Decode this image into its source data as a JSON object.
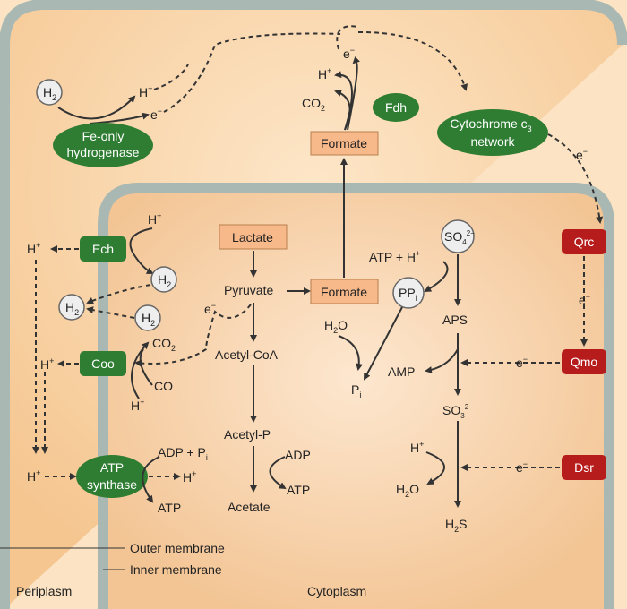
{
  "enzymes": {
    "hydrogenase_line1": "Fe-only",
    "hydrogenase_line2": "hydrogenase",
    "fdh": "Fdh",
    "cytochrome_line1": "Cytochrome c",
    "cytochrome_sub": "3",
    "cytochrome_line2": "network",
    "ech": "Ech",
    "coo": "Coo",
    "atp_synthase_line1": "ATP",
    "atp_synthase_line2": "synthase",
    "qrc": "Qrc",
    "qmo": "Qmo",
    "dsr": "Dsr"
  },
  "boxes": {
    "formate_peri": "Formate",
    "lactate": "Lactate",
    "formate_cyto": "Formate"
  },
  "metabolites": {
    "h2": "H",
    "h2_sub": "2",
    "h_plus": "H",
    "plus": "+",
    "e": "e",
    "minus": "−",
    "co2": "CO",
    "co2_sub": "2",
    "co": "CO",
    "pyruvate": "Pyruvate",
    "acetyl_coa": "Acetyl-CoA",
    "acetyl_p": "Acetyl-P",
    "acetate": "Acetate",
    "adp": "ADP",
    "atp": "ATP",
    "adp_pi": "ADP + P",
    "pi_sub": "i",
    "atp_h": "ATP + H",
    "so4": "SO",
    "so4_sub": "4",
    "so4_sup": "2−",
    "ppi": "PP",
    "h2o": "H",
    "h2o_sub": "2",
    "h2o_o": "O",
    "p": "P",
    "aps": "APS",
    "amp": "AMP",
    "so3": "SO",
    "so3_sub": "3",
    "so3_sup": "2−",
    "h2s": "H",
    "h2s_sub": "2",
    "h2s_s": "S"
  },
  "legend": {
    "outer": "Outer membrane",
    "inner": "Inner membrane",
    "periplasm": "Periplasm",
    "cytoplasm": "Cytoplasm"
  },
  "colors": {
    "enzyme_green": "#2e7d32",
    "enzyme_red": "#b71c1c",
    "box_fill": "#f7b88a",
    "membrane": "#a9b8b3"
  }
}
